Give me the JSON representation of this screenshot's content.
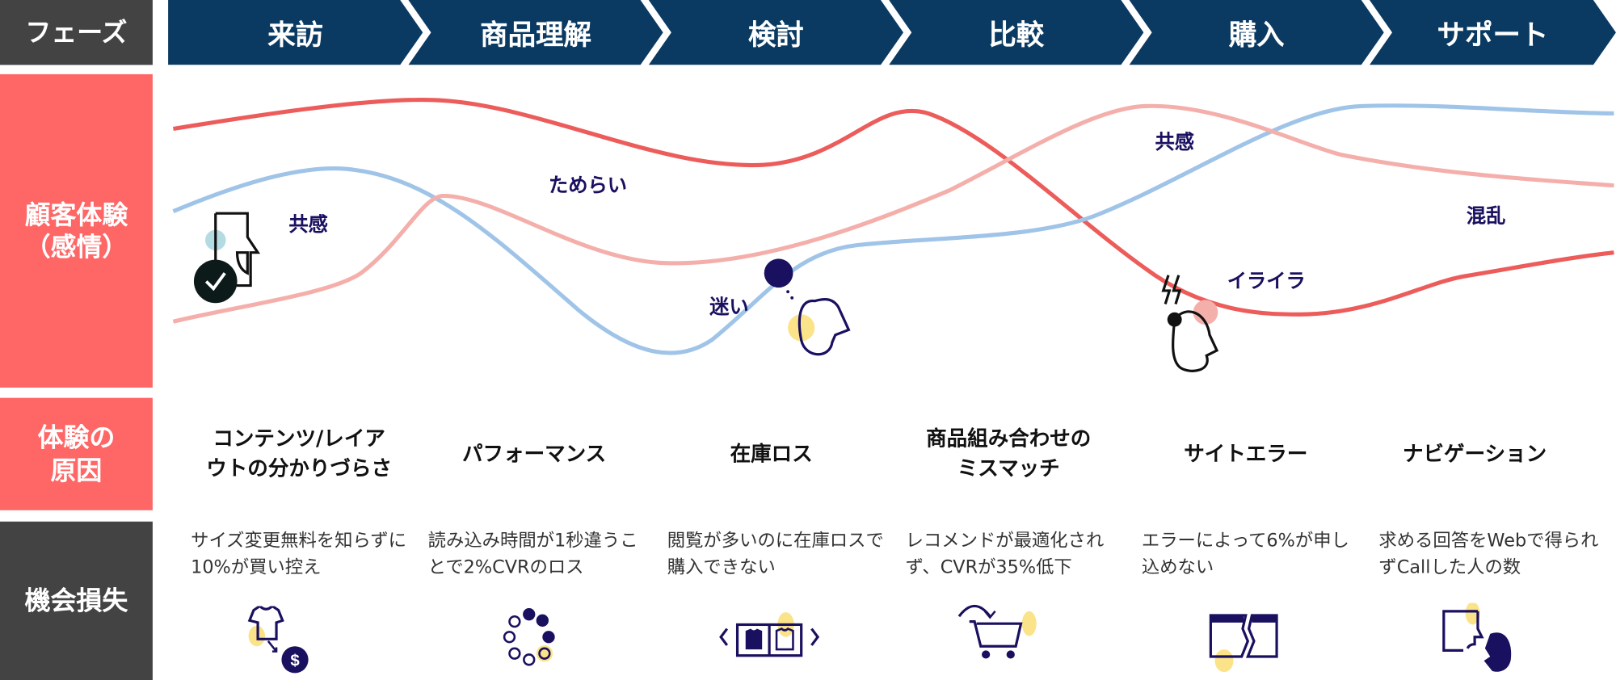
{
  "row_labels": {
    "phase": "フェーズ",
    "emotion": "顧客体験\n（感情）",
    "emotion_line1": "顧客体験",
    "emotion_line2": "（感情）",
    "cause_line1": "体験の",
    "cause_line2": "原因",
    "loss": "機会損失"
  },
  "phases": [
    "来訪",
    "商品理解",
    "検討",
    "比較",
    "購入",
    "サポート"
  ],
  "emotions": {
    "empathy1": "共感",
    "hesitation": "ためらい",
    "confusion": "迷い",
    "empathy2": "共感",
    "irritation": "イライラ",
    "chaos": "混乱"
  },
  "causes": [
    {
      "line1": "コンテンツ/レイア",
      "line2": "ウトの分かりづらさ"
    },
    {
      "line1": "パフォーマンス",
      "line2": ""
    },
    {
      "line1": "在庫ロス",
      "line2": ""
    },
    {
      "line1": "商品組み合わせの",
      "line2": "ミスマッチ"
    },
    {
      "line1": "サイトエラー",
      "line2": ""
    },
    {
      "line1": "ナビゲーション",
      "line2": ""
    }
  ],
  "losses": [
    "サイズ変更無料を知らずに10%が買い控え",
    "読み込み時間が1秒違うことで2%CVRのロス",
    "閲覧が多いのに在庫ロスで購入できない",
    "レコメンドが最適化されず、CVRが35%低下",
    "エラーによって6%が申し込めない",
    "求める回答をWebで得られずCallした人の数"
  ],
  "colors": {
    "navy": "#0a3a62",
    "label_dark": "#434343",
    "label_red": "#ff6666",
    "curve_red": "#ec5c5a",
    "curve_blue": "#9fc4e8",
    "curve_pink": "#f4afab",
    "icon": "#1a1060",
    "accent_yellow": "#fbe38a"
  }
}
